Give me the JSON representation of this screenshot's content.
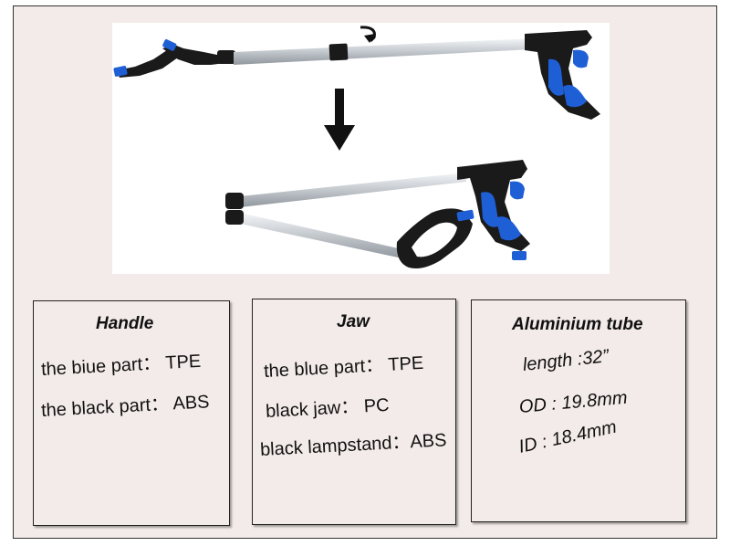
{
  "boxes": {
    "handle": {
      "title": "Handle",
      "lines": [
        "the biue part： TPE",
        "the black part： ABS"
      ]
    },
    "jaw": {
      "title": "Jaw",
      "lines": [
        "the blue part：   TPE",
        "black  jaw： PC",
        "black lampstand：ABS"
      ]
    },
    "tube": {
      "title": "Aluminium tube",
      "lines": [
        "length :32”",
        "OD : 19.8mm",
        "ID : 18.4mm"
      ]
    }
  },
  "colors": {
    "accent_blue": "#1f5fd6",
    "tube_silver": "#c9ced3",
    "plastic_black": "#1a1a1a"
  },
  "icons": [
    "rotate-arrow-icon",
    "down-arrow-icon"
  ]
}
